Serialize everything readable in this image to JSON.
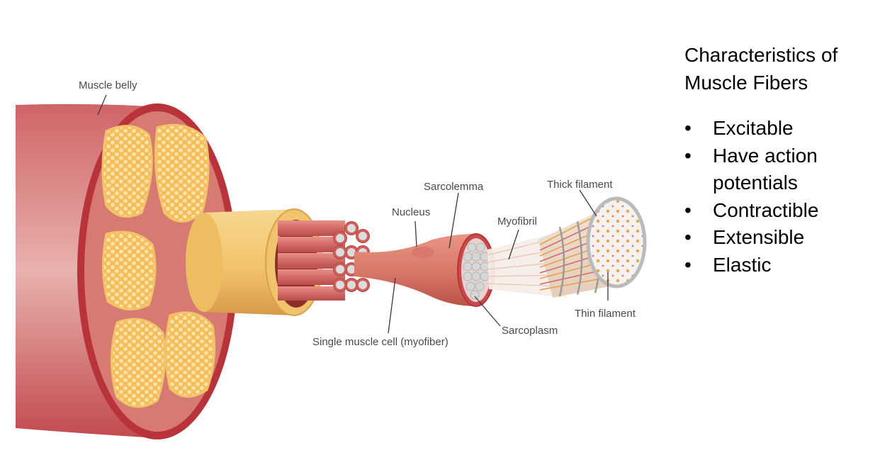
{
  "diagram": {
    "labels": {
      "muscle_belly": "Muscle belly",
      "sarcolemma": "Sarcolemma",
      "nucleus": "Nucleus",
      "myofibril": "Myofibril",
      "thick_filament": "Thick filament",
      "thin_filament": "Thin filament",
      "sarcoplasm": "Sarcoplasm",
      "single_cell": "Single muscle cell (myofiber)"
    },
    "colors": {
      "muscle_outer": "#c9545a",
      "muscle_rim": "#b8343a",
      "muscle_face": "#d97a72",
      "fascicle": "#f6c86a",
      "fascicle_dots": "#fff0c8",
      "bundle_wrap": "#f1c56f",
      "fiber": "#d9736f",
      "fiber_core": "#d8d8d8",
      "filament": "#e9d8c8"
    }
  },
  "panel": {
    "title": "Characteristics of Muscle Fibers",
    "items": [
      "Excitable",
      "Have action potentials",
      "Contractible",
      "Extensible",
      "Elastic"
    ]
  }
}
